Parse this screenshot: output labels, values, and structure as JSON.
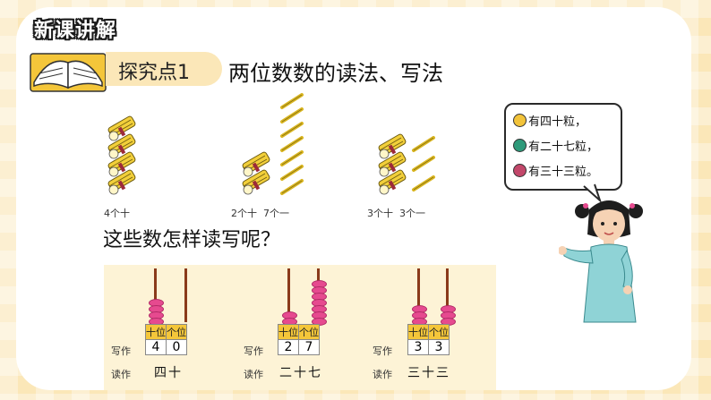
{
  "header": {
    "title": "新课讲解"
  },
  "topic": {
    "tag": "探究点1",
    "title": "两位数数的读法、写法"
  },
  "bundles": [
    {
      "label": "4个十"
    },
    {
      "label": "2个十  7个一"
    },
    {
      "label": "3个十  3个一"
    }
  ],
  "question": "这些数怎样读写呢？",
  "speech": {
    "lines": [
      {
        "text": "有四十粒，",
        "color": "#f2c33a"
      },
      {
        "text": "有二十七粒，",
        "color": "#2e9a7a"
      },
      {
        "text": "有三十三粒。",
        "color": "#c2476a"
      }
    ]
  },
  "abacus": {
    "header_tens": "十位",
    "header_ones": "个位",
    "write_label": "写作",
    "read_label": "读作",
    "items": [
      {
        "tens": "4",
        "ones": "0",
        "read": "四十"
      },
      {
        "tens": "2",
        "ones": "7",
        "read": "二十七"
      },
      {
        "tens": "3",
        "ones": "3",
        "read": "三十三"
      }
    ]
  },
  "colors": {
    "bead": "#e64a8f",
    "rod": "#8a3a1a",
    "header_cell": "#f4c63a"
  }
}
